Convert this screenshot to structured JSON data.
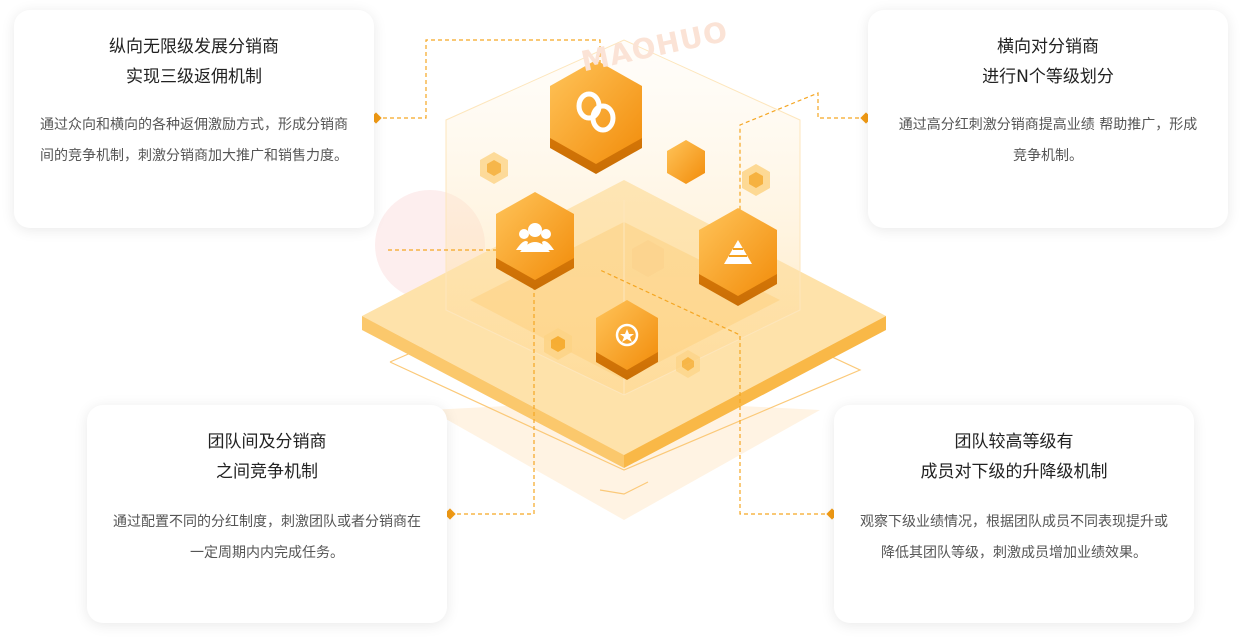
{
  "cards": [
    {
      "title_line1": "纵向无限级发展分销商",
      "title_line2": "实现三级返佣机制",
      "desc": "通过众向和横向的各种返佣激励方式，形成分销商间的竞争机制，刺激分销商加大推广和销售力度。"
    },
    {
      "title_line1": "横向对分销商",
      "title_line2": "进行N个等级划分",
      "desc": "通过高分红刺激分销商提高业绩 帮助推广，形成竞争机制。"
    },
    {
      "title_line1": "团队间及分销商",
      "title_line2": "之间竞争机制",
      "desc": "通过配置不同的分红制度，刺激团队或者分销商在一定周期内内完成任务。"
    },
    {
      "title_line1": "团队较高等级有",
      "title_line2": "成员对下级的升降级机制",
      "desc": "观察下级业绩情况，根据团队成员不同表现提升或降低其团队等级，刺激成员增加业绩效果。"
    }
  ],
  "watermark": "MAOHUO",
  "colors": {
    "accent": "#f29b14",
    "accent_light": "#fcd58f",
    "dashed": "#f5a623"
  },
  "icons": [
    "link-icon",
    "team-icon",
    "pyramid-icon",
    "star-icon"
  ]
}
